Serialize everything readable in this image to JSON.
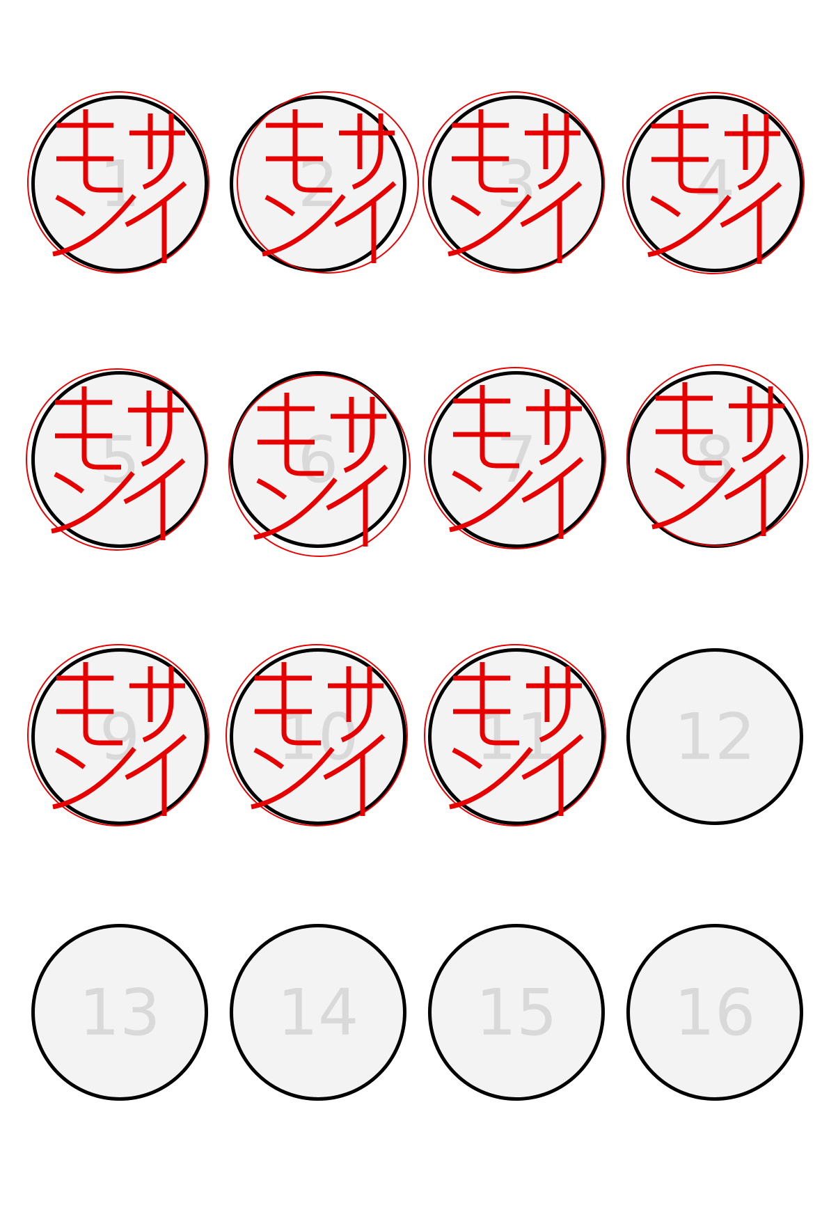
{
  "stickers": [
    {
      "number": "1",
      "stamped": true
    },
    {
      "number": "2",
      "stamped": true
    },
    {
      "number": "3",
      "stamped": true
    },
    {
      "number": "4",
      "stamped": true
    },
    {
      "number": "5",
      "stamped": true
    },
    {
      "number": "6",
      "stamped": true
    },
    {
      "number": "7",
      "stamped": true
    },
    {
      "number": "8",
      "stamped": true
    },
    {
      "number": "9",
      "stamped": true
    },
    {
      "number": "10",
      "stamped": true
    },
    {
      "number": "11",
      "stamped": true
    },
    {
      "number": "12",
      "stamped": false
    },
    {
      "number": "13",
      "stamped": false
    },
    {
      "number": "14",
      "stamped": false
    },
    {
      "number": "15",
      "stamped": false
    },
    {
      "number": "16",
      "stamped": false
    }
  ],
  "stamp_text": "モサンイ",
  "colors": {
    "circle_fill": "#f3f3f3",
    "circle_border": "#000000",
    "number_text": "#d9d9d9",
    "stamp": "#e60000"
  }
}
